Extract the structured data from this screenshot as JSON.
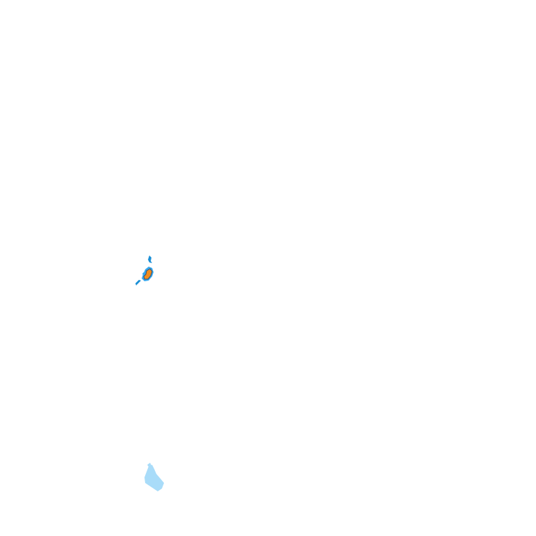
{
  "map": {
    "colors": {
      "background": "#ffffff",
      "feature_dark_blue": "#1a8fd6",
      "feature_mid_blue": "#3aa8ec",
      "feature_orange": "#f08c1e",
      "feature_outline": "#2a4f7a",
      "feature_light_blue": "#a9dcf9"
    },
    "features": [
      {
        "kind": "radar-cell",
        "intensity": "high"
      },
      {
        "kind": "radar-cell",
        "intensity": "low"
      }
    ]
  }
}
